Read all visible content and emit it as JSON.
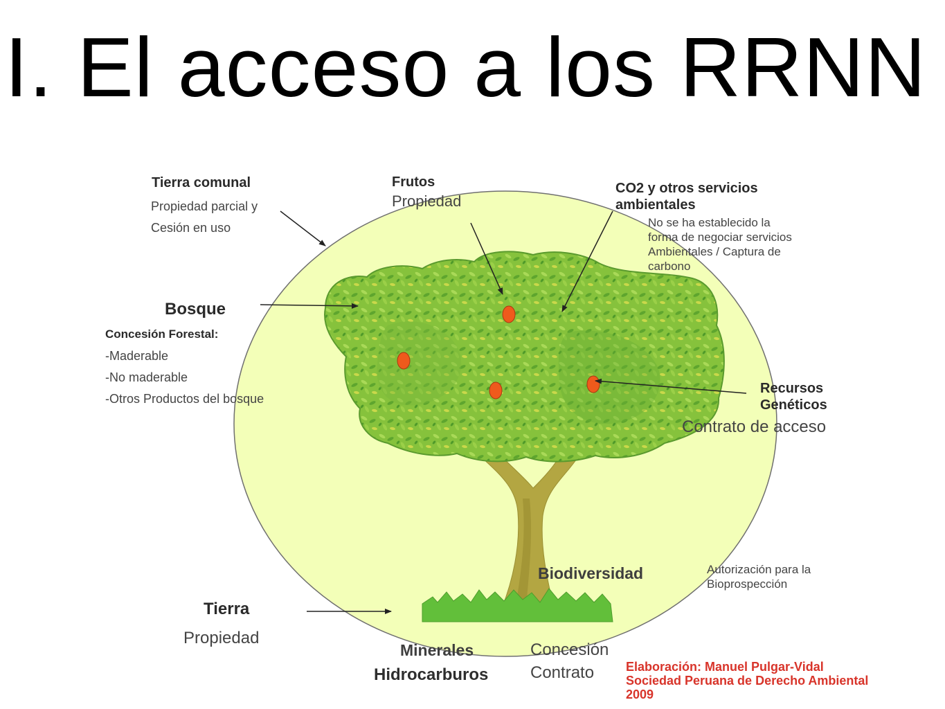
{
  "title": "I. El acceso a los RRNN",
  "labels": {
    "tierra_comunal": {
      "heading": "Tierra comunal",
      "line1": "Propiedad parcial y",
      "line2": "Cesión en uso"
    },
    "frutos": {
      "heading": "Frutos",
      "sub": "Propiedad"
    },
    "co2": {
      "heading1": "CO2 y otros servicios",
      "heading2": "ambientales",
      "line1": "No se ha establecido la",
      "line2": "forma de negociar servicios",
      "line3": "Ambientales / Captura de",
      "line4": "carbono"
    },
    "bosque": {
      "heading": "Bosque",
      "sub": "Concesión Forestal:",
      "item1": "-Maderable",
      "item2": "-No maderable",
      "item3": "-Otros Productos del bosque"
    },
    "recursos": {
      "heading1": "Recursos",
      "heading2": "Genéticos",
      "sub": "Contrato de acceso"
    },
    "biodiversidad": {
      "heading": "Biodiversidad",
      "line1": "Autorización para la",
      "line2": "Bioprospección"
    },
    "tierra": {
      "heading": "Tierra",
      "sub": "Propiedad"
    },
    "minerales": {
      "heading": "Minerales",
      "sub": "Concesión"
    },
    "hidrocarburos": {
      "heading": "Hidrocarburos",
      "sub": "Contrato"
    }
  },
  "credit": {
    "line1": "Elaboración: Manuel Pulgar-Vidal",
    "line2": "Sociedad Peruana de Derecho Ambiental",
    "line3": "2009"
  },
  "colors": {
    "circle": "#f3ffb8",
    "foliage": "#8cc63f",
    "foliage_dark": "#5fa830",
    "trunk": "#b0a33e",
    "fruit": "#ef5a1c",
    "grass": "#62bf3a",
    "credit": "#d8342a"
  }
}
